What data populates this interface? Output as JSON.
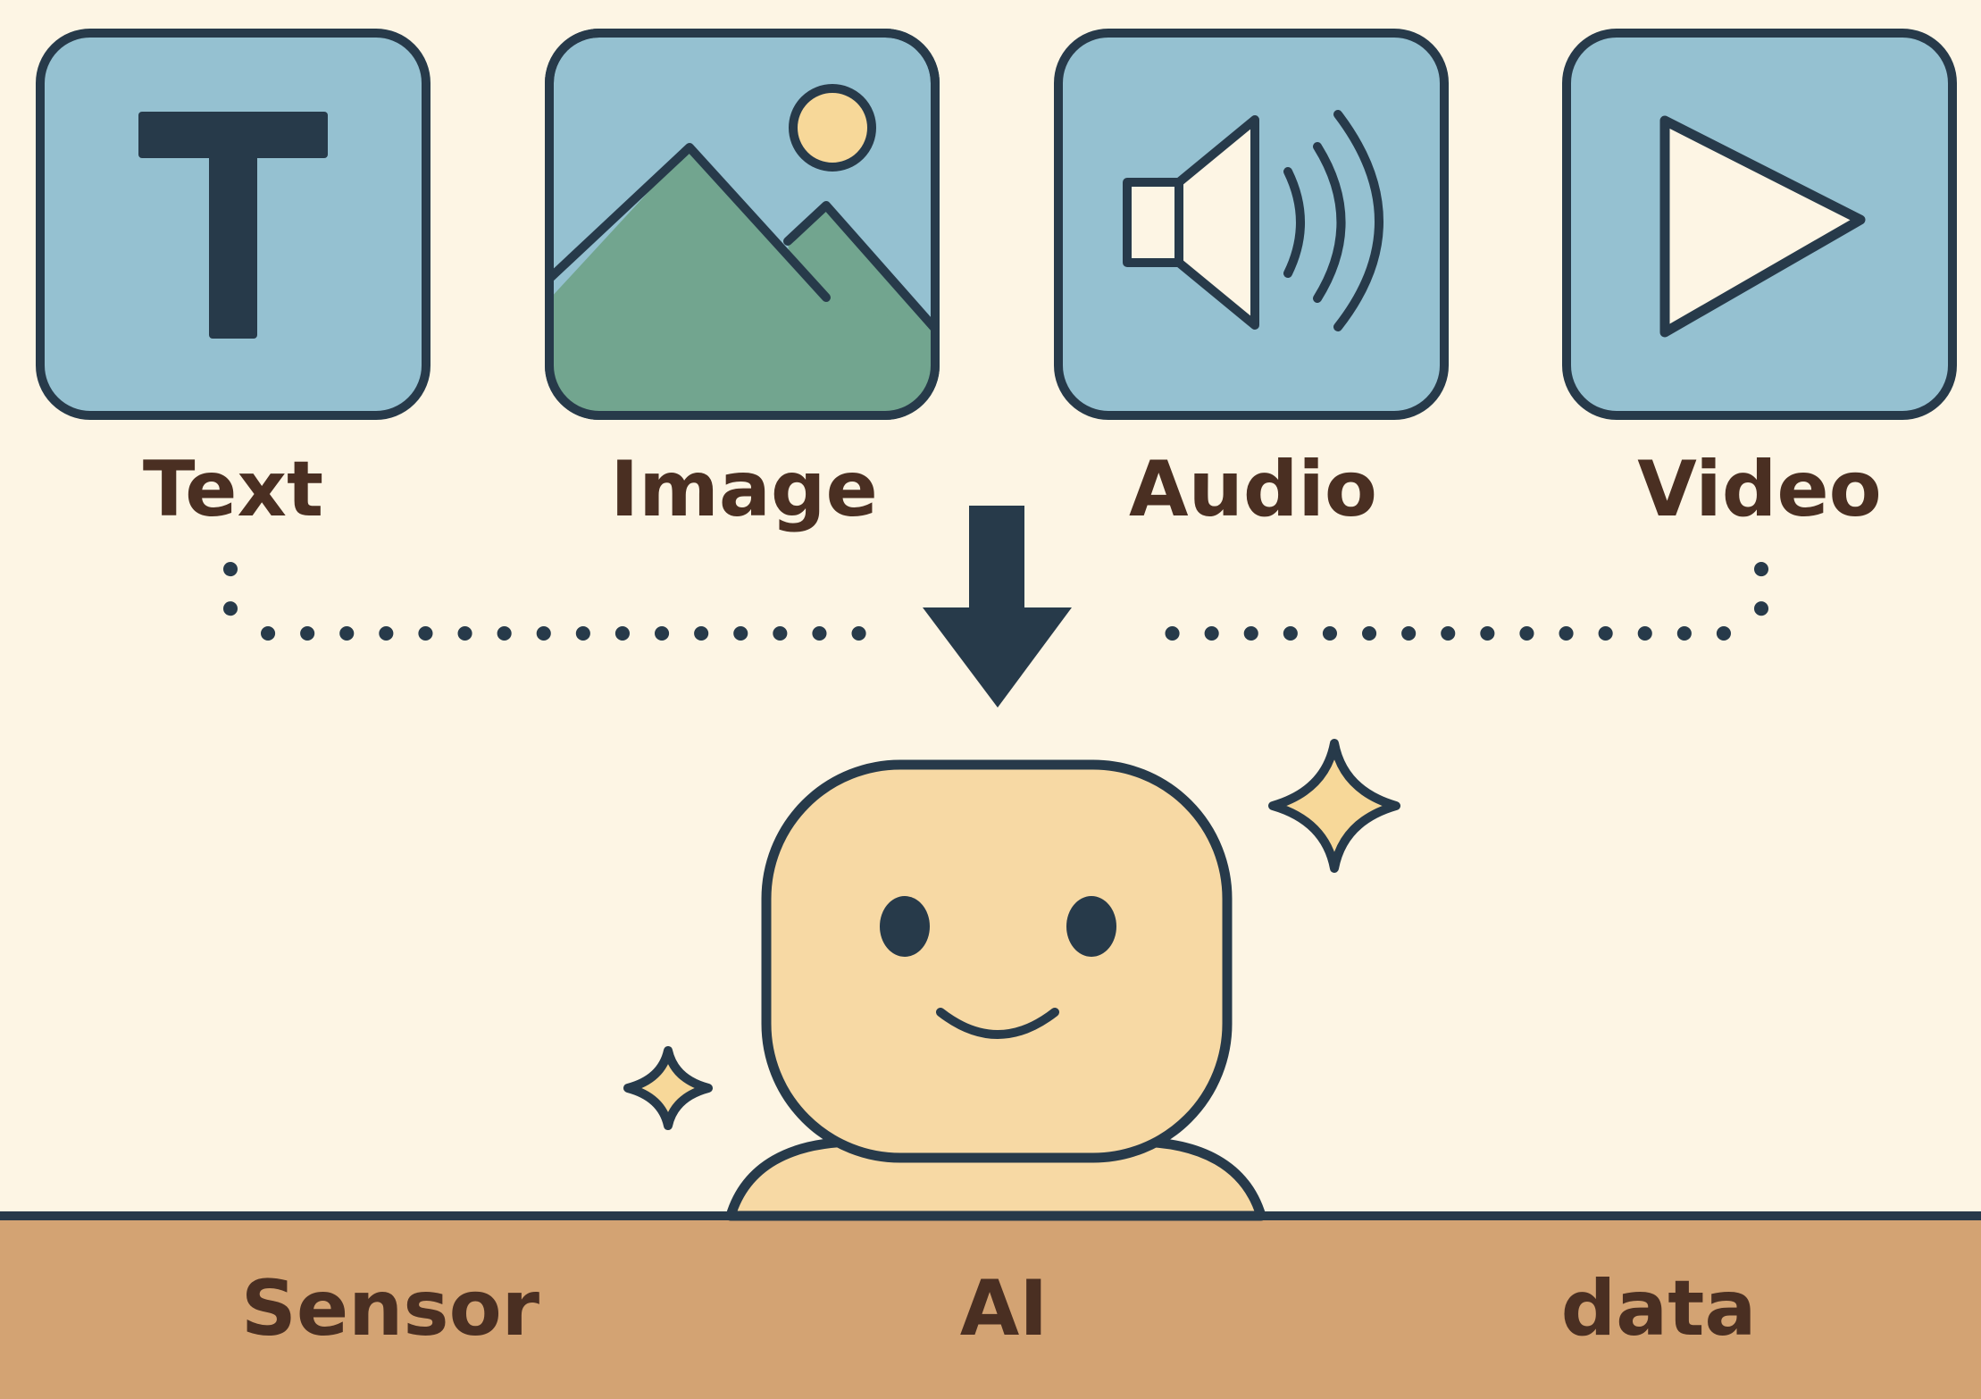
{
  "modalities": [
    {
      "label": "Text",
      "icon": "text-icon"
    },
    {
      "label": "Image",
      "icon": "image-icon"
    },
    {
      "label": "Audio",
      "icon": "audio-icon"
    },
    {
      "label": "Video",
      "icon": "video-icon"
    }
  ],
  "arrow_icon": "down-arrow-icon",
  "character_icon": "ai-character",
  "sparkle_icon": "sparkle-icon",
  "ground": {
    "labels": [
      "Sensor",
      "AI",
      "data"
    ]
  },
  "colors": {
    "background": "#FDF5E4",
    "tile": "#95C1D1",
    "outline": "#273A4A",
    "mountain": "#72A58F",
    "sun": "#F7D899",
    "face": "#F7D9A4",
    "ground": "#D3A373",
    "label": "#4A2F22",
    "play_fill": "#FDF5E4"
  }
}
